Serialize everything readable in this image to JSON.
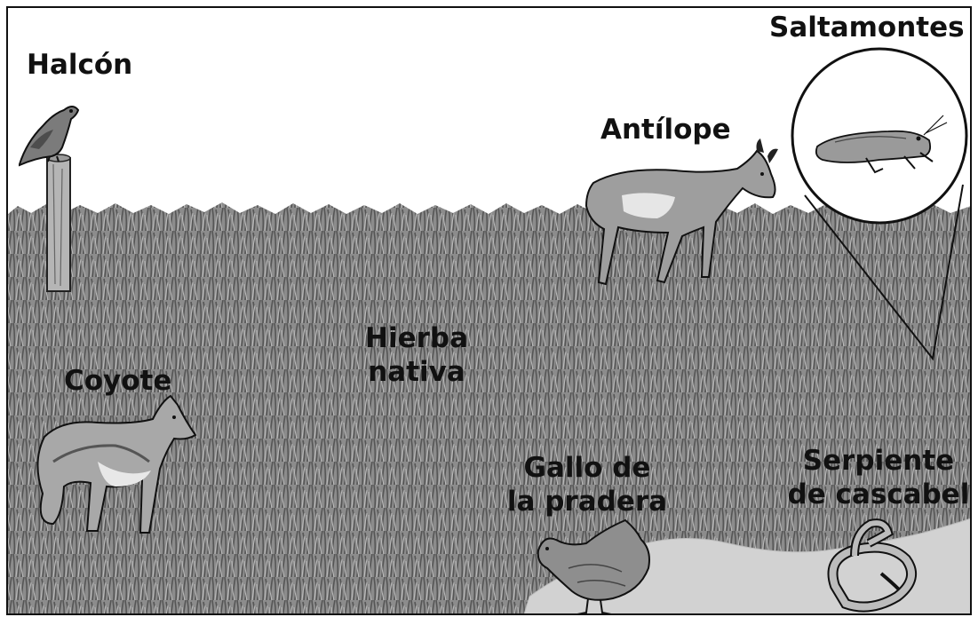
{
  "labels": {
    "hawk": "Halcón",
    "grasshopper": "Saltamontes",
    "antelope": "Antílope",
    "native_grass_line1": "Hierba",
    "native_grass_line2": "nativa",
    "coyote": "Coyote",
    "prairie_chicken_line1": "Gallo de",
    "prairie_chicken_line2": "la pradera",
    "rattlesnake_line1": "Serpiente",
    "rattlesnake_line2": "de cascabel"
  },
  "colors": {
    "grass_dark": "#5a5a5a",
    "grass_light": "#9a9a9a",
    "ground": "#cfcfcf",
    "sky": "#ffffff",
    "outline": "#111111"
  }
}
